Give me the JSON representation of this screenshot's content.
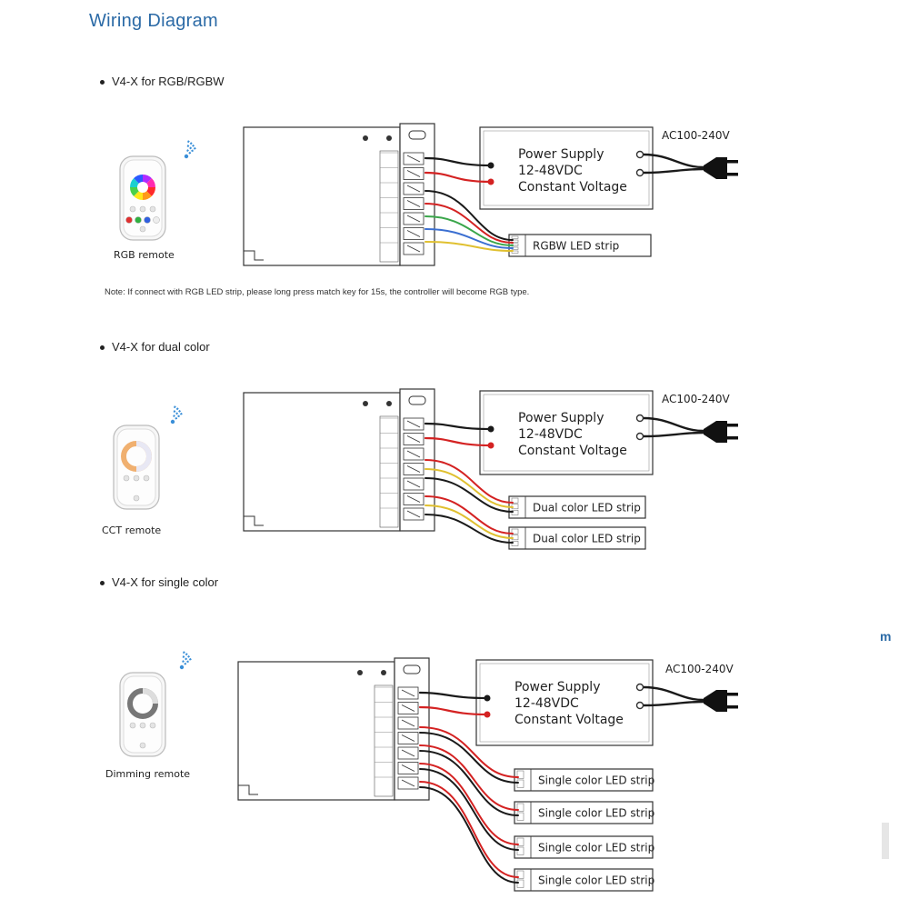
{
  "page_title": "Wiring Diagram",
  "note": "Note: If connect with RGB LED strip, please long press match key for 15s, the controller will become RGB type.",
  "edge_text": "m",
  "sections": [
    {
      "heading": "V4-X for RGB/RGBW",
      "remote_label": "RGB remote",
      "psu": {
        "line1": "Power Supply",
        "line2": "12-48VDC",
        "line3": "Constant Voltage",
        "ac": "AC100-240V"
      },
      "strips": [
        "RGBW LED strip"
      ]
    },
    {
      "heading": "V4-X for dual color",
      "remote_label": "CCT remote",
      "psu": {
        "line1": "Power Supply",
        "line2": "12-48VDC",
        "line3": "Constant Voltage",
        "ac": "AC100-240V"
      },
      "strips": [
        "Dual color LED strip",
        "Dual color LED strip"
      ]
    },
    {
      "heading": "V4-X for single color",
      "remote_label": "Dimming remote",
      "psu": {
        "line1": "Power Supply",
        "line2": "12-48VDC",
        "line3": "Constant Voltage",
        "ac": "AC100-240V"
      },
      "strips": [
        "Single color LED strip",
        "Single color LED strip",
        "Single color LED strip",
        "Single color LED strip"
      ]
    }
  ],
  "colors": {
    "title": "#2b6aa6",
    "wire_red": "#d42222",
    "wire_black": "#1a1a1a",
    "wire_green": "#3aa64a",
    "wire_blue": "#3b6fd1",
    "wire_yellow": "#e0c030",
    "wifi_blue": "#3a8fd8"
  }
}
